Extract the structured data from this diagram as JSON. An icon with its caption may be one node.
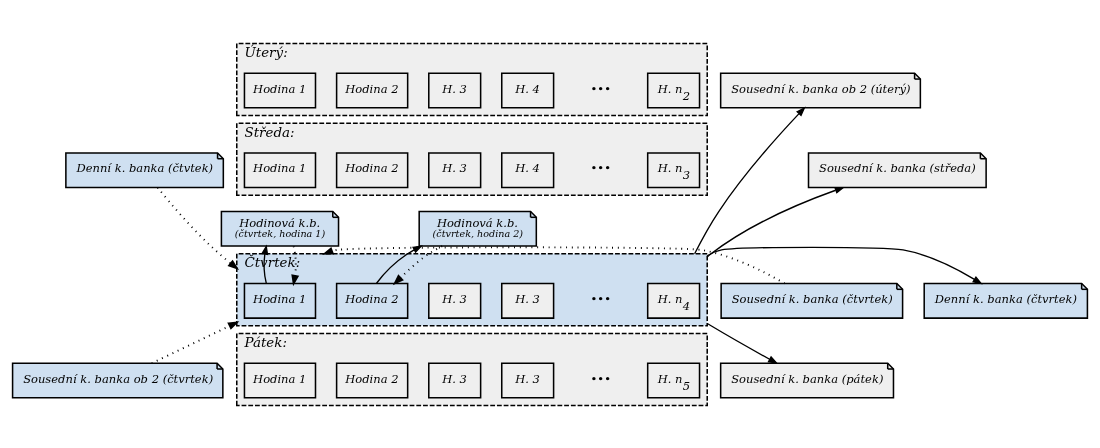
{
  "diagram": {
    "nodes": [
      {
        "text": [
          "Denní k. banka (čtvtek)"
        ]
      },
      {
        "text": [
          "Sousední k. banka (čtvrtek)"
        ]
      },
      {
        "text": [
          "Sousední k. banka ob 2 (čtvrtek)"
        ]
      },
      {
        "text": [
          "Úterý:"
        ]
      },
      {
        "text": [
          "Hodina 1"
        ],
        "in": 3
      },
      {
        "text": [
          "Hodina 2"
        ],
        "in": 3
      },
      {
        "text": [
          "H. 3"
        ],
        "in": 3
      },
      {
        "text": [
          "H. 4"
        ],
        "in": 3
      },
      {
        "text": [
          "H. n$_{2}$"
        ],
        "in": 3
      },
      {
        "text": [
          "Středa:"
        ]
      },
      {
        "text": [
          "Hodina 1"
        ],
        "in": 9
      },
      {
        "text": [
          "Hodina 2"
        ],
        "in": 9
      },
      {
        "text": [
          "H. 3"
        ],
        "in": 9
      },
      {
        "text": [
          "H. 4"
        ],
        "in": 9
      },
      {
        "text": [
          "H. n$_{3}$"
        ],
        "in": 9
      },
      {
        "text": [
          "Hodinová k.b.",
          "(čtvrtek, hodina 1)"
        ]
      },
      {
        "text": [
          "Hodinová k.b.",
          "(čtvrtek, hodina 2)"
        ]
      },
      {
        "text": [
          "Čtvrtek:"
        ]
      },
      {
        "text": [
          "Hodina 1"
        ],
        "in": 17
      },
      {
        "text": [
          "Hodina 2"
        ],
        "in": 17
      },
      {
        "text": [
          "H. 3"
        ],
        "in": 17
      },
      {
        "text": [
          "H. 3"
        ],
        "in": 17
      },
      {
        "text": [
          "H. n$_{4}$"
        ],
        "in": 17
      },
      {
        "text": [
          "Pátek:"
        ]
      },
      {
        "text": [
          "Hodina 1"
        ],
        "in": 23
      },
      {
        "text": [
          "Hodina 2"
        ],
        "in": 23
      },
      {
        "text": [
          "H. 3"
        ],
        "in": 23
      },
      {
        "text": [
          "H. 3"
        ],
        "in": 23
      },
      {
        "text": [
          "H. n$_{5}$"
        ],
        "in": 23
      },
      {
        "text": [
          "Sousední k. banka ob 2 (úterý)"
        ]
      },
      {
        "text": [
          "Sousední k. banka (středa)"
        ]
      },
      {
        "text": [
          "Denní k. banka (čtvrtek)"
        ]
      },
      {
        "text": [
          "Sousední k. banka (pátek)"
        ]
      }
    ],
    "edges": [
      {
        "from": 0,
        "to": 17,
        "arrow": "to",
        "style": "dashed"
      },
      {
        "from": 1,
        "to": 17,
        "arrow": "to",
        "style": "dashed"
      },
      {
        "from": 2,
        "to": 17,
        "arrow": "to",
        "style": "dashed"
      },
      {
        "from": 15,
        "to": 18,
        "arrow": "to",
        "style": "dashed"
      },
      {
        "from": 18,
        "to": 15,
        "arrow": "to"
      },
      {
        "from": 16,
        "to": 19,
        "arrow": "to",
        "style": "dashed"
      },
      {
        "from": 19,
        "to": 16,
        "arrow": "to"
      },
      {
        "from": 17,
        "to": 29,
        "arrow": "to"
      },
      {
        "from": 17,
        "to": 30,
        "arrow": "to"
      },
      {
        "from": 17,
        "to": 31,
        "arrow": "to"
      },
      {
        "from": 17,
        "to": 32,
        "arrow": "to"
      }
    ],
    "labels": [
      "•••",
      "•••",
      "•••",
      "•••"
    ]
  }
}
